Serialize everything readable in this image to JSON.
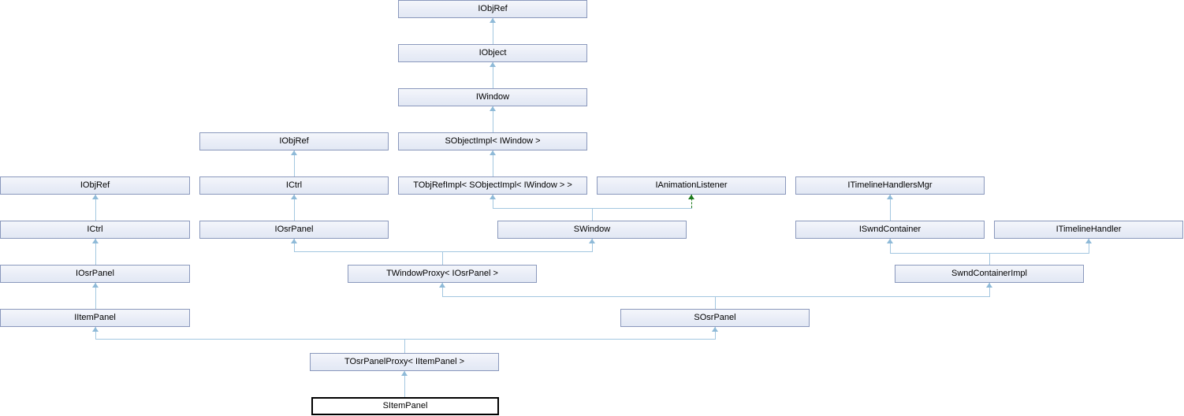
{
  "diagram": {
    "type": "class-inheritance-graph",
    "selected_class": "SItemPanel",
    "colors": {
      "node_border": "#8a98bc",
      "node_fill_top": "#f4f6fb",
      "node_fill_bottom": "#e2e8f4",
      "edge_public": "#a3c7e0",
      "edge_protected": "#1d7a1d",
      "selected_border": "#000000",
      "selected_fill": "#ffffff",
      "background": "#ffffff"
    },
    "nodes": [
      {
        "id": "iobjref-top",
        "label": "IObjRef"
      },
      {
        "id": "iobject",
        "label": "IObject"
      },
      {
        "id": "iwindow",
        "label": "IWindow"
      },
      {
        "id": "iobjref-mid",
        "label": "IObjRef"
      },
      {
        "id": "sobjectimpl",
        "label": "SObjectImpl< IWindow >"
      },
      {
        "id": "iobjref-left",
        "label": "IObjRef"
      },
      {
        "id": "ictrl-mid",
        "label": "ICtrl"
      },
      {
        "id": "tobjrefimpl",
        "label": "TObjRefImpl< SObjectImpl< IWindow > >"
      },
      {
        "id": "ianimationlistener",
        "label": "IAnimationListener"
      },
      {
        "id": "itimelinehandlersmgr",
        "label": "ITimelineHandlersMgr"
      },
      {
        "id": "ictrl-left",
        "label": "ICtrl"
      },
      {
        "id": "iosrpanel-mid",
        "label": "IOsrPanel"
      },
      {
        "id": "swindow",
        "label": "SWindow"
      },
      {
        "id": "iswndcontainer",
        "label": "ISwndContainer"
      },
      {
        "id": "itimelinehandler",
        "label": "ITimelineHandler"
      },
      {
        "id": "iosrpanel-left",
        "label": "IOsrPanel"
      },
      {
        "id": "twindowproxy",
        "label": "TWindowProxy< IOsrPanel >"
      },
      {
        "id": "swndcontainerimpl",
        "label": "SwndContainerImpl"
      },
      {
        "id": "iitempanel",
        "label": "IItemPanel"
      },
      {
        "id": "sosrpanel",
        "label": "SOsrPanel"
      },
      {
        "id": "tosrpanelproxy",
        "label": "TOsrPanelProxy< IItemPanel >"
      },
      {
        "id": "sitempanel",
        "label": "SItemPanel",
        "selected": true
      }
    ],
    "edges": [
      {
        "child": "IObject",
        "parent": "IObjRef (top)",
        "style": "solid-public"
      },
      {
        "child": "IWindow",
        "parent": "IObject",
        "style": "solid-public"
      },
      {
        "child": "SObjectImpl< IWindow >",
        "parent": "IWindow",
        "style": "solid-public"
      },
      {
        "child": "TObjRefImpl< SObjectImpl< IWindow > >",
        "parent": "SObjectImpl< IWindow >",
        "style": "solid-public"
      },
      {
        "child": "ICtrl (mid)",
        "parent": "IObjRef (mid)",
        "style": "solid-public"
      },
      {
        "child": "IOsrPanel (mid)",
        "parent": "ICtrl (mid)",
        "style": "solid-public"
      },
      {
        "child": "ICtrl (left)",
        "parent": "IObjRef (left)",
        "style": "solid-public"
      },
      {
        "child": "IOsrPanel (left)",
        "parent": "ICtrl (left)",
        "style": "solid-public"
      },
      {
        "child": "IItemPanel",
        "parent": "IOsrPanel (left)",
        "style": "solid-public"
      },
      {
        "child": "ISwndContainer",
        "parent": "ITimelineHandlersMgr",
        "style": "solid-public"
      },
      {
        "child": "SWindow",
        "parent": "TObjRefImpl< SObjectImpl< IWindow > >",
        "style": "solid-public"
      },
      {
        "child": "SWindow",
        "parent": "IAnimationListener",
        "style": "dashed-protected"
      },
      {
        "child": "TWindowProxy< IOsrPanel >",
        "parent": "IOsrPanel (mid)",
        "style": "solid-public"
      },
      {
        "child": "TWindowProxy< IOsrPanel >",
        "parent": "SWindow",
        "style": "solid-public"
      },
      {
        "child": "SwndContainerImpl",
        "parent": "ISwndContainer",
        "style": "solid-public"
      },
      {
        "child": "SwndContainerImpl",
        "parent": "ITimelineHandler",
        "style": "solid-public"
      },
      {
        "child": "SOsrPanel",
        "parent": "TWindowProxy< IOsrPanel >",
        "style": "solid-public"
      },
      {
        "child": "SOsrPanel",
        "parent": "SwndContainerImpl",
        "style": "solid-public"
      },
      {
        "child": "TOsrPanelProxy< IItemPanel >",
        "parent": "IItemPanel",
        "style": "solid-public"
      },
      {
        "child": "TOsrPanelProxy< IItemPanel >",
        "parent": "SOsrPanel",
        "style": "solid-public"
      },
      {
        "child": "SItemPanel",
        "parent": "TOsrPanelProxy< IItemPanel >",
        "style": "solid-public"
      }
    ]
  }
}
